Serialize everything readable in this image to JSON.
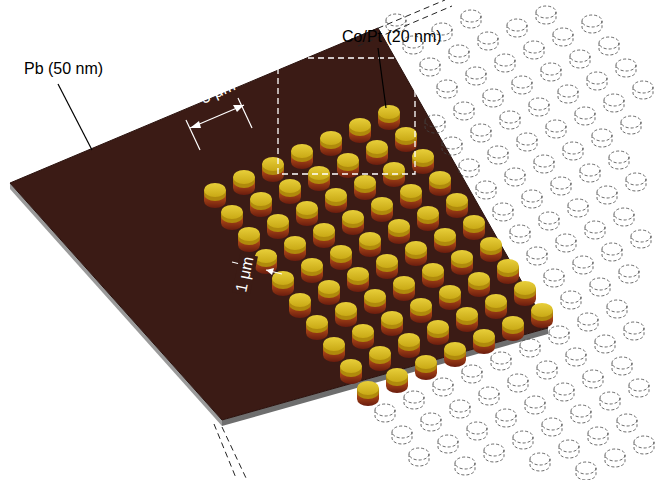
{
  "diagram": {
    "labels": [
      "Pb (50 nm)",
      "Co/Pt (20 nm)",
      "5 μm",
      "1 μm"
    ]
  }
}
